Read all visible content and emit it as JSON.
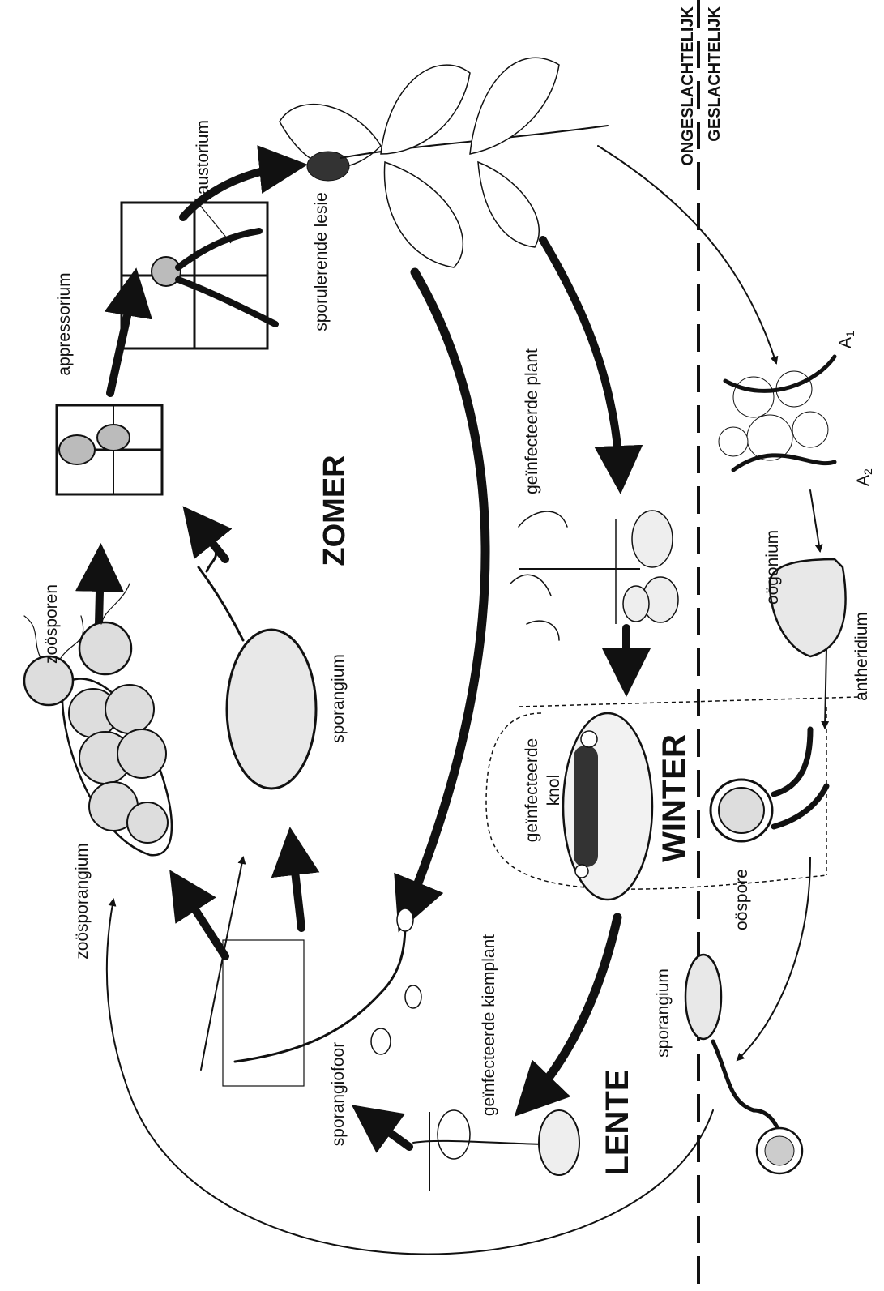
{
  "labels": {
    "zoosporen": "zoösporen",
    "zoosporangium": "zoösporangium",
    "sporangium_top": "sporangium",
    "appressorium": "appressorium",
    "haustorium": "haustorium",
    "sporulerende_lesie": "sporulerende lesie",
    "geinfecteerde_plant": "geïnfecteerde plant",
    "geinfecteerde_knol_1": "geïnfecteerde",
    "geinfecteerde_knol_2": "knol",
    "geinfecteerde_kiemplant": "geïnfecteerde kiemplant",
    "sporangiofoor": "sporangiofoor",
    "sporangium_bottom": "sporangium",
    "oogonium": "oögonium",
    "antheridium": "antheridium",
    "oospore": "oöspore",
    "a1": "A",
    "a1_sub": "1",
    "a2": "A",
    "a2_sub": "2"
  },
  "seasons": {
    "zomer": "ZOMER",
    "winter": "WINTER",
    "lente": "LENTE"
  },
  "reproduction": {
    "asexual": "ONGESLACHTELIJK",
    "sexual": "GESLACHTELIJK"
  },
  "colors": {
    "ink": "#111111",
    "stipple": "#e8e8e8",
    "dark_fill": "#333333"
  }
}
